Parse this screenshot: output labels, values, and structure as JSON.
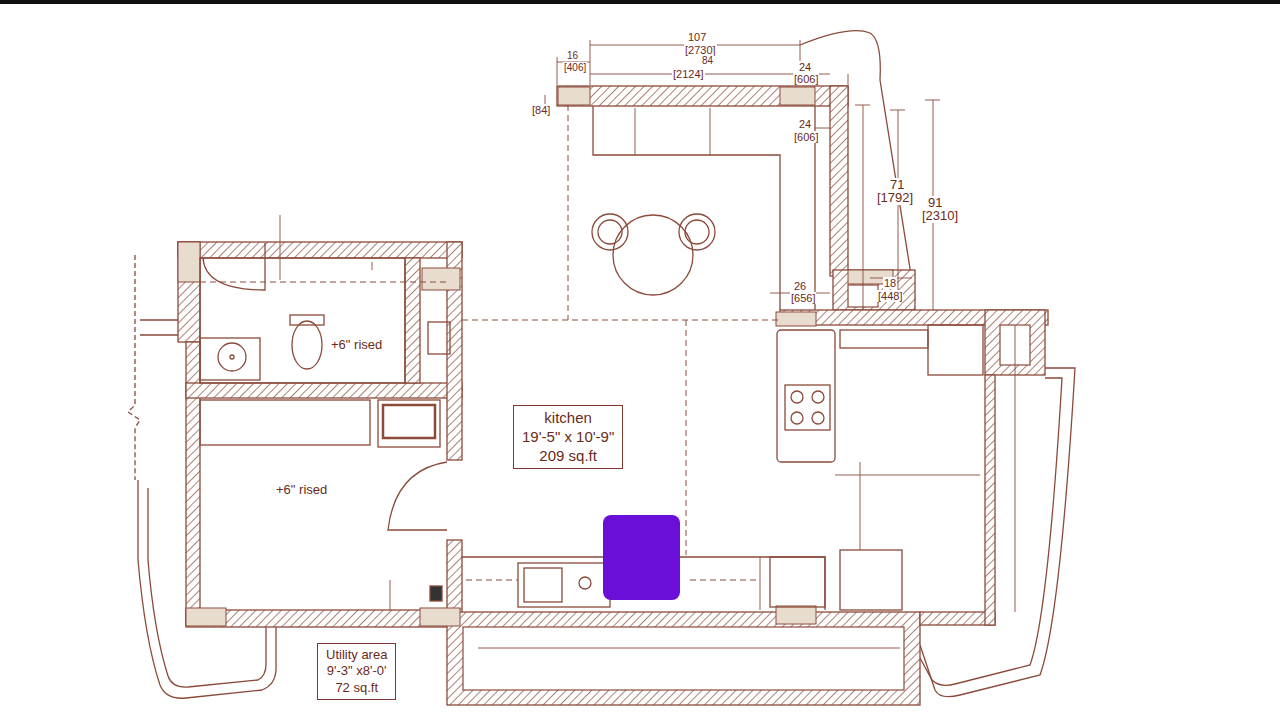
{
  "diagram": {
    "nodes": [
      {
        "text": [
          "kitchen",
          "19'-5\" x 10'-9\"",
          "209 sq.ft"
        ]
      },
      {
        "text": [
          "Utility area",
          "9'-3\" x8'-0'",
          "72 sq.ft"
        ]
      }
    ],
    "labels": [
      "107",
      "[2730]",
      "16",
      "[406]",
      "84",
      "[2124]",
      "24",
      "[606]",
      "24",
      "[606]",
      "[84]",
      "71",
      "[1792]",
      "91",
      "[2310]",
      "26",
      "[656]",
      "18",
      "[448]",
      "+6\" rised",
      "+6\" rised"
    ]
  }
}
